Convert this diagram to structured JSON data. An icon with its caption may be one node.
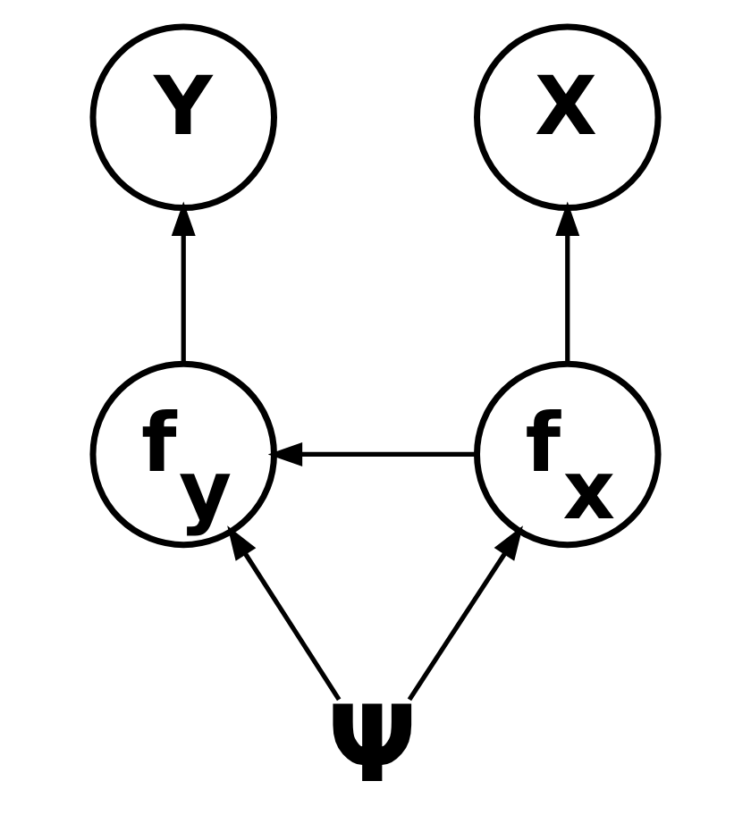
{
  "diagram": {
    "nodes": [
      {
        "text": [
          "Y"
        ]
      },
      {
        "text": [
          "X"
        ]
      },
      {
        "text": [
          "f$_{y}$"
        ]
      },
      {
        "text": [
          "f$_{x}$"
        ]
      },
      {
        "text": [
          "Ψ"
        ]
      }
    ],
    "edges": [
      {
        "from": 2,
        "to": 0,
        "arrow": "to"
      },
      {
        "from": 3,
        "to": 1,
        "arrow": "to"
      },
      {
        "from": 3,
        "to": 2,
        "arrow": "to"
      },
      {
        "from": 4,
        "to": 2,
        "arrow": "to"
      },
      {
        "from": 4,
        "to": 3,
        "arrow": "to"
      }
    ]
  }
}
